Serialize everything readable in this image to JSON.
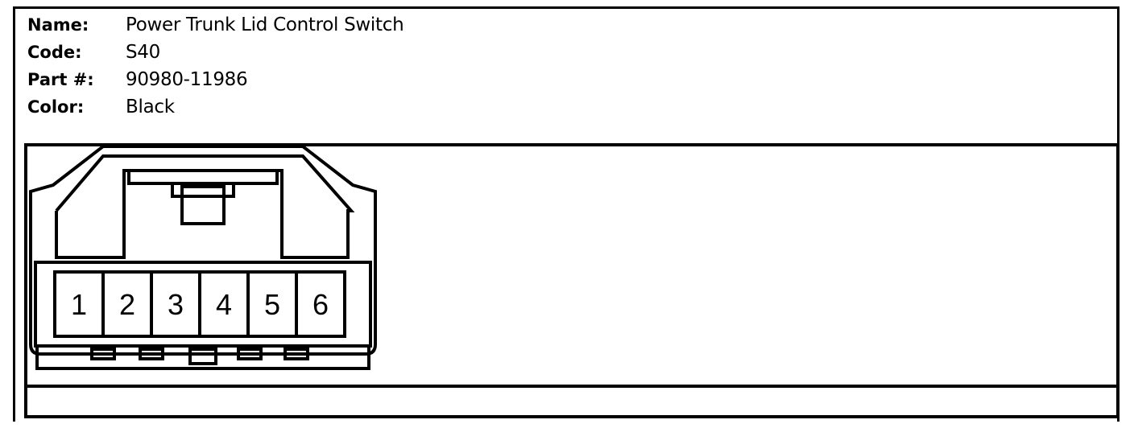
{
  "info": {
    "name_label": "Name:",
    "name_value": "Power Trunk Lid Control Switch",
    "code_label": "Code:",
    "code_value": "S40",
    "part_label": "Part #:",
    "part_value": "90980-11986",
    "color_label": "Color:",
    "color_value": "Black"
  },
  "connector": {
    "pins": [
      "1",
      "2",
      "3",
      "4",
      "5",
      "6"
    ]
  }
}
